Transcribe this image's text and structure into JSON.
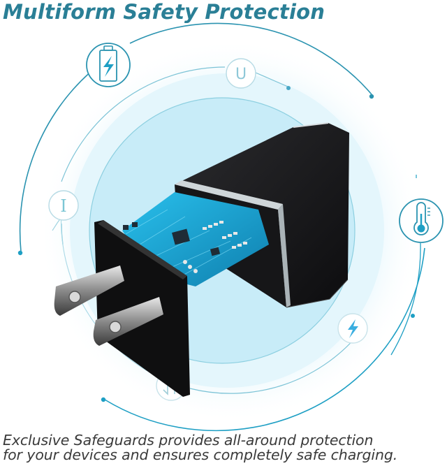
{
  "header": {
    "title": "Multiform Safety Protection"
  },
  "caption": {
    "line1": "Exclusive Safeguards provides all-around protection",
    "line2": "for your devices and ensures completely safe charging."
  },
  "product": {
    "name": "USB wall charger with US plug",
    "body_color": "#1c1c1e",
    "pcb_color": "#1aa7d6"
  },
  "protection_icons": [
    {
      "id": "battery",
      "icon": "battery-charging-icon",
      "label": "Overcharge protection"
    },
    {
      "id": "voltage",
      "icon": "letter-u-icon",
      "glyph": "U",
      "label": "Overvoltage protection"
    },
    {
      "id": "current",
      "icon": "letter-i-icon",
      "glyph": "I",
      "label": "Overcurrent protection"
    },
    {
      "id": "temperature",
      "icon": "thermometer-icon",
      "label": "Over-temperature protection"
    },
    {
      "id": "lightning",
      "icon": "lightning-bolt-icon",
      "label": "Surge protection"
    },
    {
      "id": "short",
      "icon": "short-circuit-icon",
      "label": "Short-circuit protection"
    }
  ],
  "colors": {
    "title": "#2a7f96",
    "accent": "#1e9fc4",
    "ring_light": "#bfe7f2",
    "glow": "#d8f2fa",
    "caption": "#3a3a3a"
  }
}
